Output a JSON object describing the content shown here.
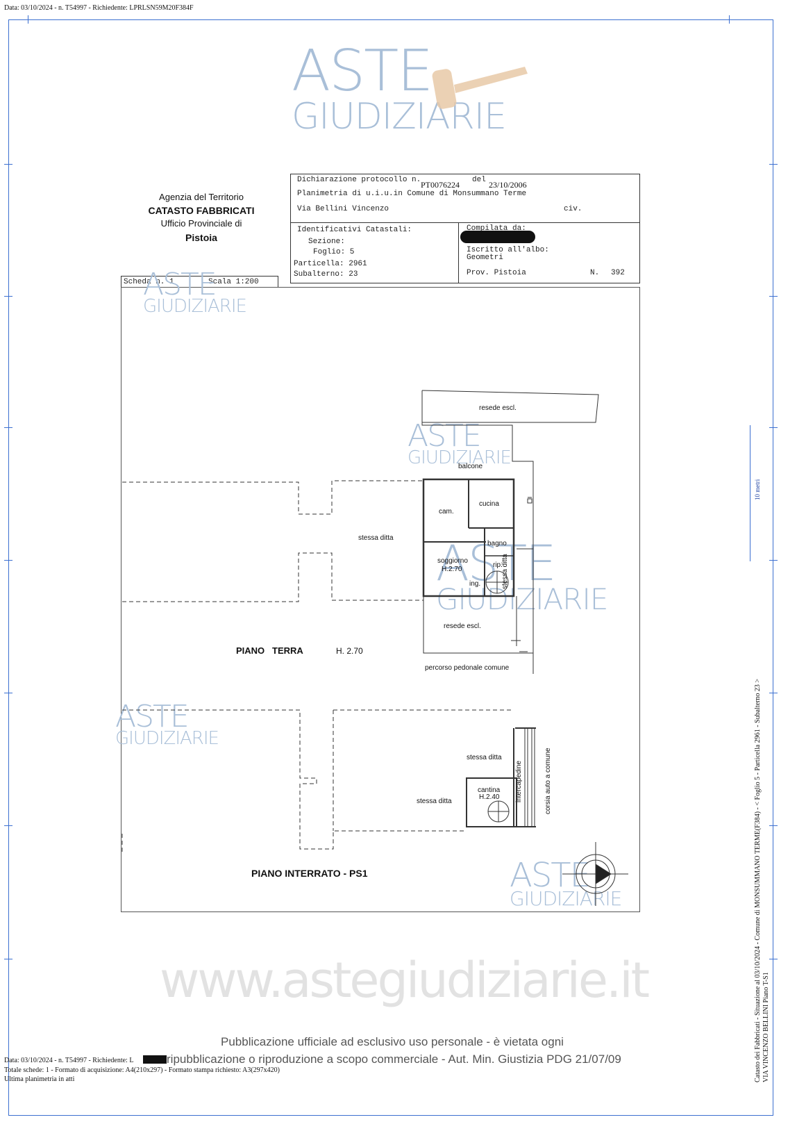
{
  "header_line": "Data: 03/10/2024 - n. T54997 - Richiedente: LPRLSN59M20F384F",
  "watermark": {
    "aste": "ASTE",
    "giudiziarie": "GIUDIZIARIE",
    "url": "www.astegiudiziarie.it"
  },
  "agency": {
    "line1": "Agenzia del Territorio",
    "line2": "CATASTO FABBRICATI",
    "line3": "Ufficio Provinciale di",
    "line4": "Pistoia"
  },
  "declaration": {
    "label": "Dichiarazione protocollo n.",
    "number": "PT0076224",
    "del_label": "del",
    "date": "23/10/2006",
    "planimetria": "Planimetria di u.i.u.in Comune di Monsummano Terme",
    "address": "Via Bellini Vincenzo",
    "civ": "civ."
  },
  "identifiers": {
    "title": "Identificativi Catastali:",
    "sezione": "Sezione:",
    "foglio": "Foglio: 5",
    "particella": "Particella: 2961",
    "subalterno": "Subalterno: 23"
  },
  "compiler": {
    "compilata": "Compilata da:",
    "iscritto": "Iscritto all'albo:",
    "albo": "Geometri",
    "prov": "Prov. Pistoia",
    "n_label": "N.",
    "n_value": "392"
  },
  "scheda": {
    "scheda": "Scheda n. 1",
    "scala": "Scala 1:200"
  },
  "plan_labels": {
    "resede_top": "resede escl.",
    "balcone": "balcone",
    "cam": "cam.",
    "cucina": "cucina",
    "bagno": "bagno",
    "stessa_ditta_left": "stessa ditta",
    "soggiorno": "soggiorno",
    "h270": "H.2.70",
    "rip": "rip.",
    "ing": "ing.",
    "stessa_ditta_vertical": "stessa ditta",
    "resede_bottom": "resede escl.",
    "piano_terra": "PIANO   TERRA",
    "piano_terra_h": "H. 2.70",
    "percorso": "percorso pedonale comune",
    "stessa_ditta_b1": "stessa ditta",
    "intercapedine": "intercapedine",
    "cantina": "cantina",
    "h240": "H.2.40",
    "stessa_ditta_b2": "stessa ditta",
    "corsia": "corsia auto a comune",
    "piano_interrato": "PIANO INTERRATO - PS1"
  },
  "scale_marker": "10 metri",
  "side_text": {
    "line1": "Catasto dei Fabbricati - Situazione al 03/10/2024 - Comune di MONSUMMANO TERME(F384) - < Foglio 5 - Particella 2961 - Subalterno 23 >",
    "line2": "VIA VINCENZO BELLINI Piano T-S1"
  },
  "notice": {
    "line1": "Pubblicazione ufficiale ad esclusivo uso personale - è vietata ogni",
    "line2": "ripubblicazione o riproduzione a scopo commerciale - Aut. Min. Giustizia PDG 21/07/09"
  },
  "footer": {
    "line1": "Data: 03/10/2024 - n. T54997 - Richiedente: L",
    "line2": "Totale schede: 1 - Formato di acquisizione: A4(210x297)  - Formato stampa richiesto: A3(297x420)",
    "line3": "Ultima planimetria in atti"
  }
}
